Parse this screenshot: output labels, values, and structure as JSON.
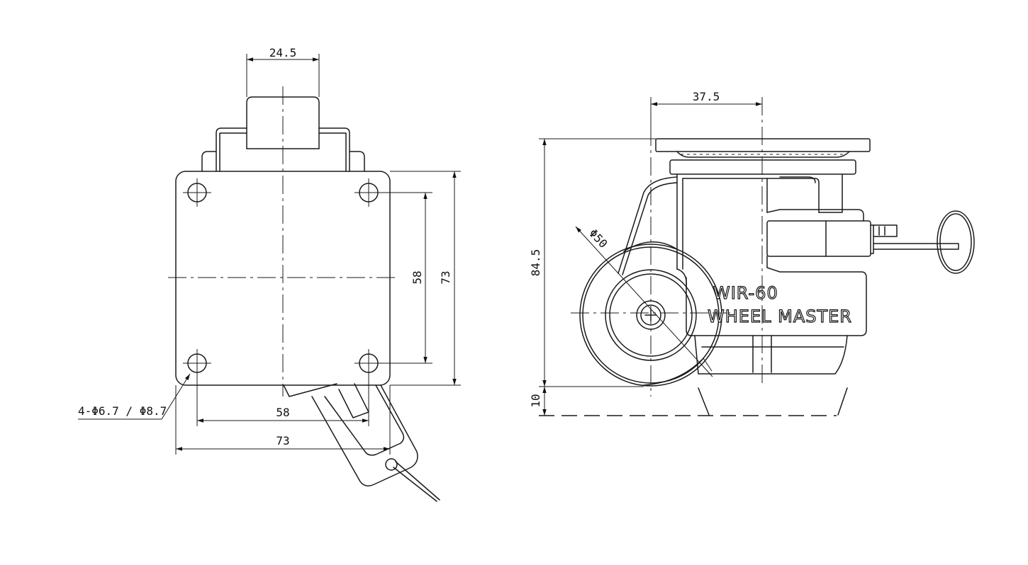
{
  "dimensions": {
    "width_top": "24.5",
    "hole_spacing_v": "58",
    "plate_height": "73",
    "hole_spacing_h": "58",
    "plate_width": "73",
    "hole_note": "4-Φ6.7 / Φ8.7",
    "plate_offset": "37.5",
    "wheel_diameter": "Φ50",
    "total_height": "84.5",
    "lift_stroke": "10"
  },
  "label": {
    "model": "WIR-60",
    "brand": "WHEEL MASTER"
  }
}
